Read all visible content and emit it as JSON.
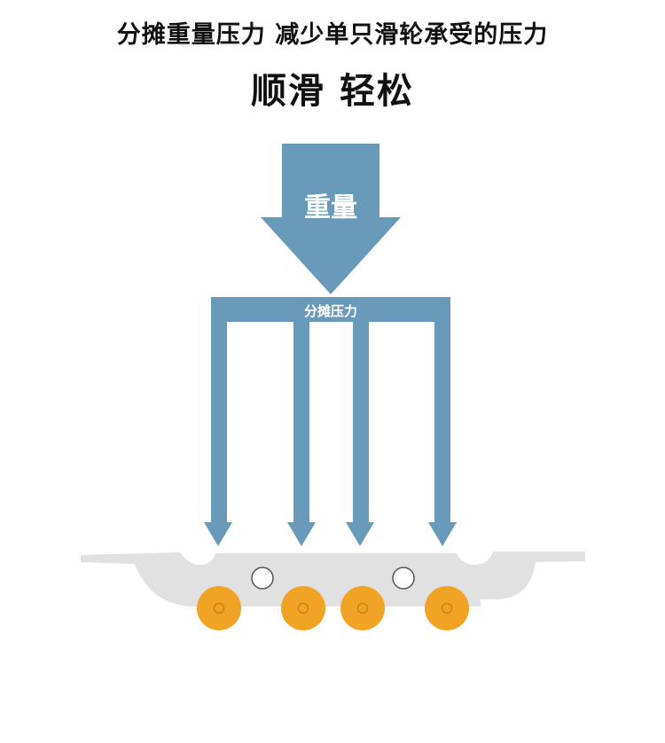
{
  "header": {
    "subtitle": "分摊重量压力 减少单只滑轮承受的压力",
    "title": "顺滑 轻松"
  },
  "diagram": {
    "weight_label": "重量",
    "distribute_label": "分摊压力",
    "colors": {
      "arrow": "#6a9ab9",
      "track": "#e2e1e2",
      "wheel": "#f0a324",
      "wheel_center": "#c27f14",
      "hole": "#555555",
      "text_light": "#ffffff"
    },
    "icons": [
      "down-arrow-icon",
      "wheel-icon"
    ]
  }
}
